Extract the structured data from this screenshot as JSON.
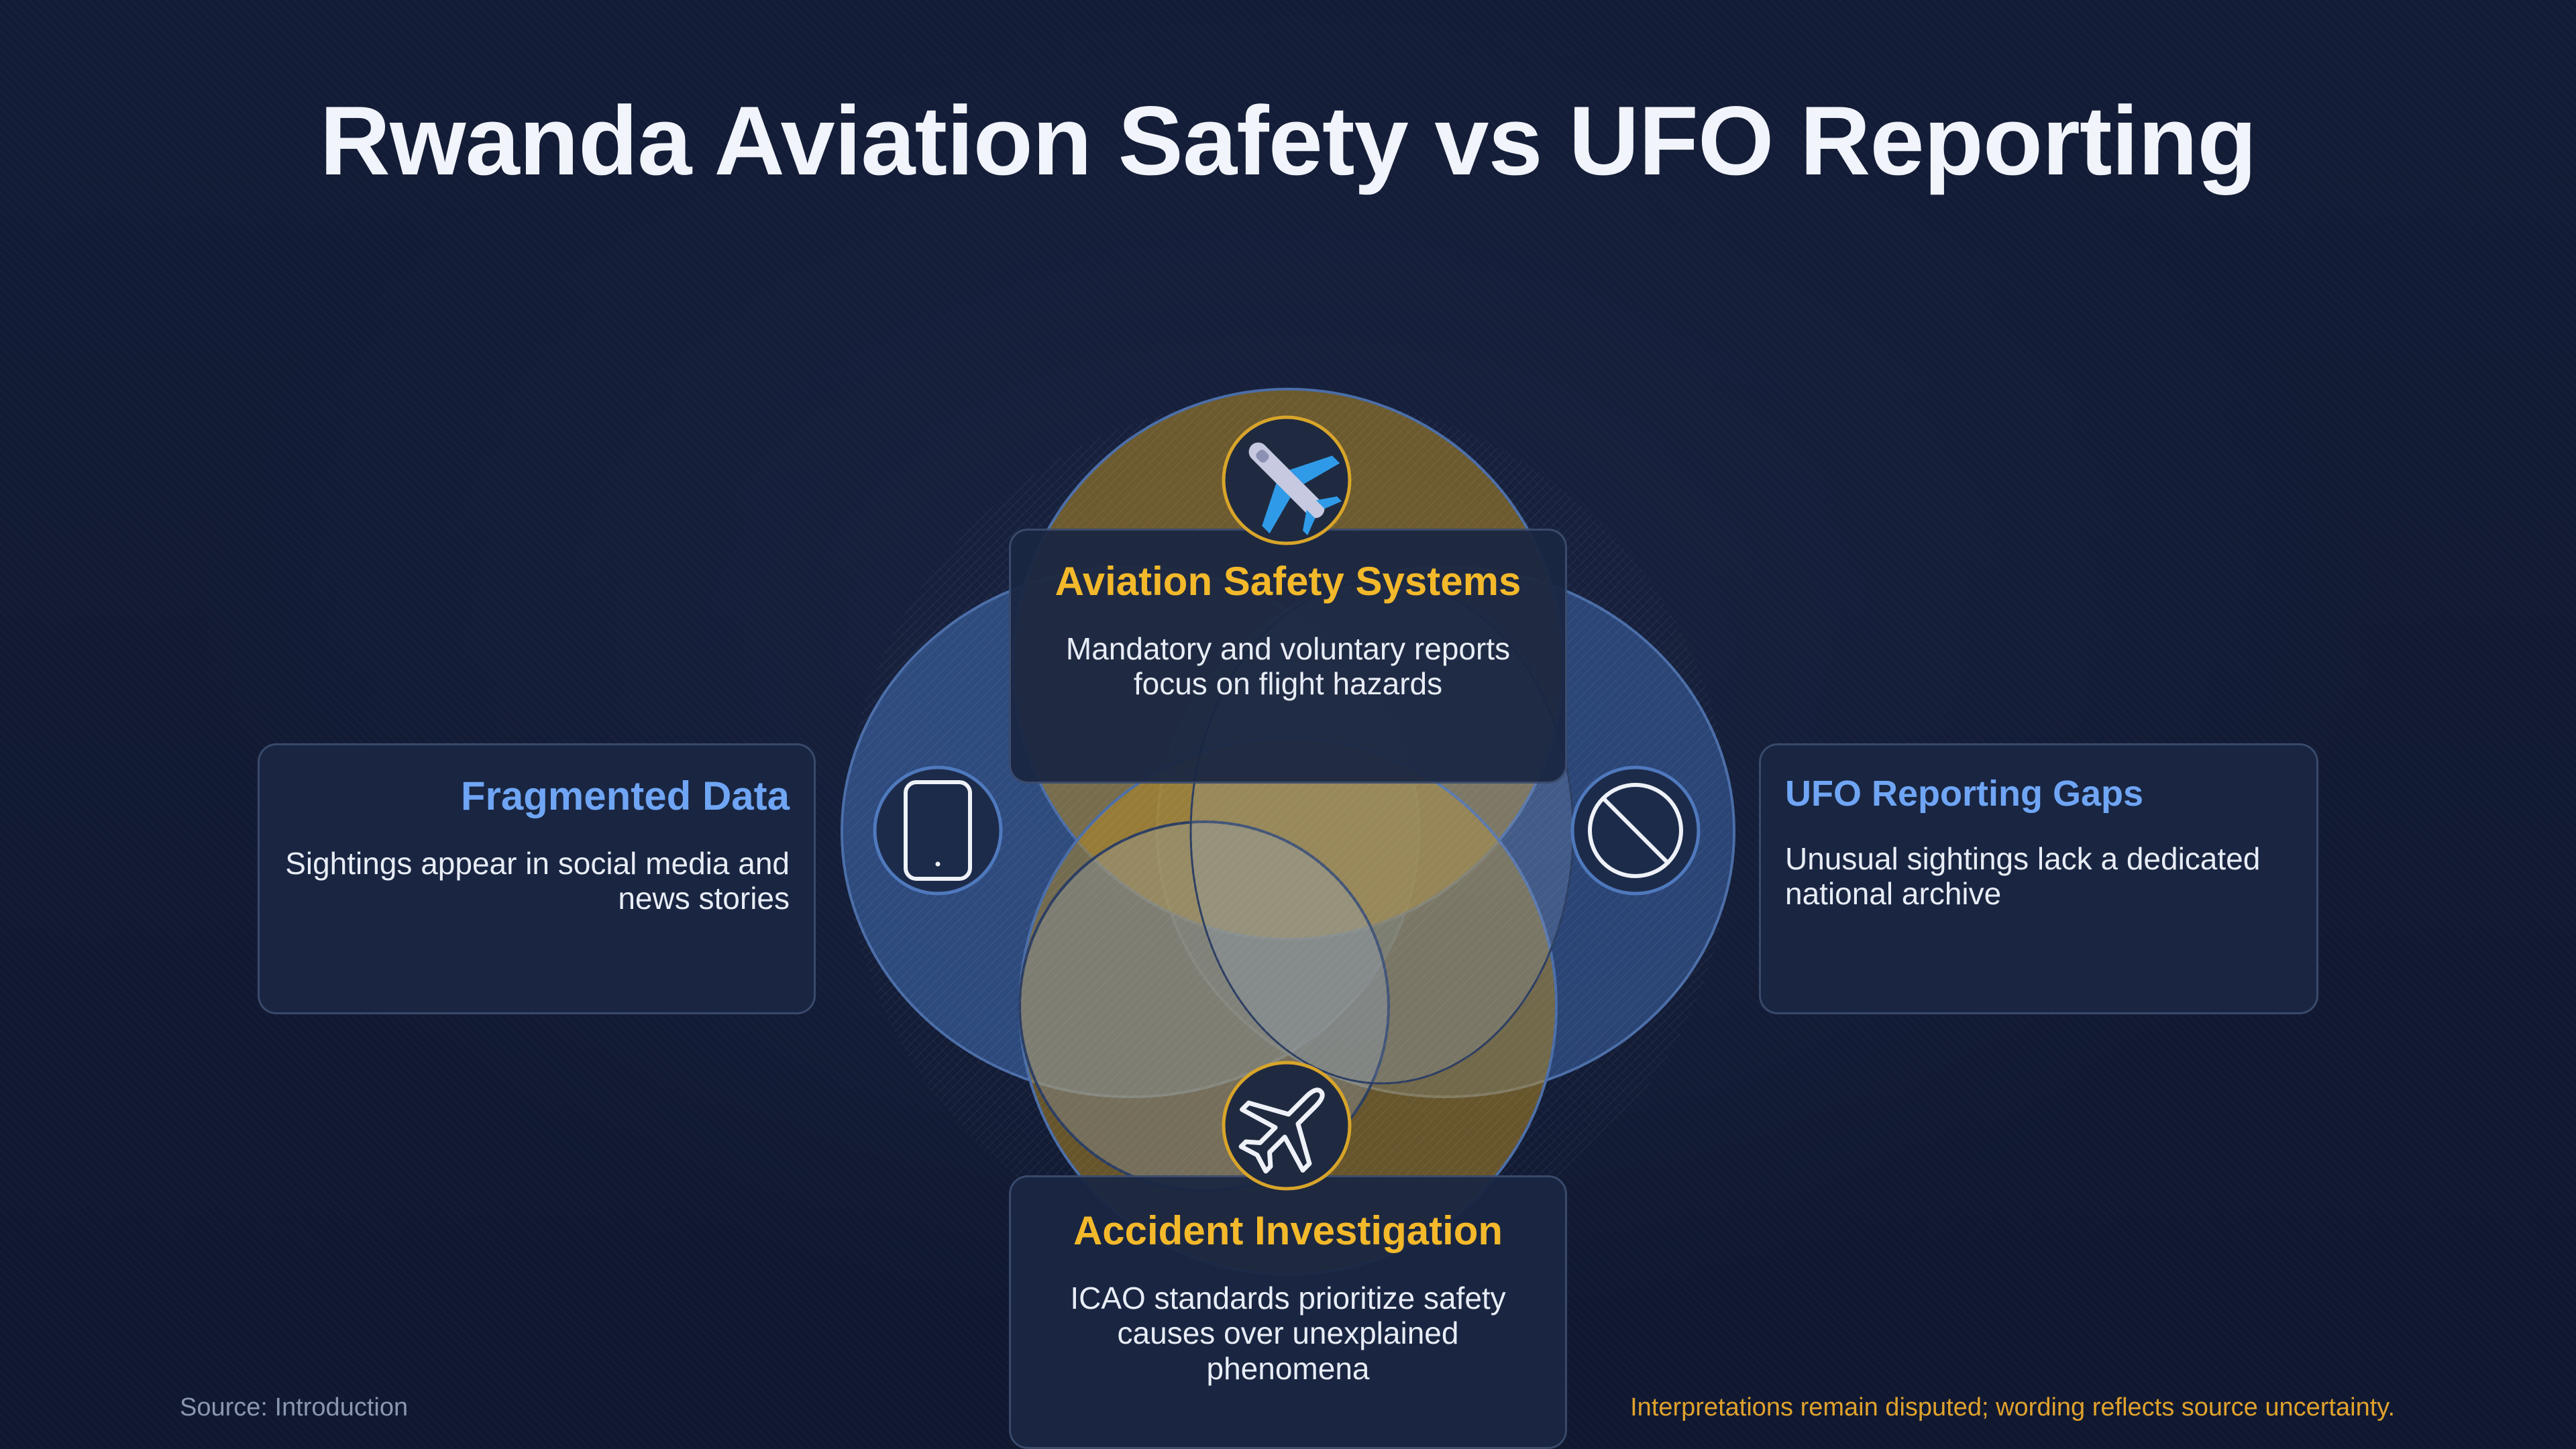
{
  "title": "Rwanda Aviation Safety vs UFO Reporting",
  "colors": {
    "background": "#111a33",
    "accent_gold": "#f3b92b",
    "accent_blue": "#6fa5f4",
    "circle_gold": "#b48a24",
    "circle_blue": "#3d65a8",
    "footnote": "#e0a22c"
  },
  "cards": {
    "top": {
      "title": "Aviation Safety Systems",
      "body": "Mandatory and voluntary reports focus on flight hazards",
      "icon": "airplane-emoji-icon"
    },
    "bottom": {
      "title": "Accident Investigation",
      "body": "ICAO standards prioritize safety causes over unexplained phenomena",
      "icon": "airplane-outline-icon"
    },
    "left": {
      "title": "Fragmented Data",
      "body": "Sightings appear in social media and news stories",
      "icon": "mobile-phone-icon"
    },
    "right": {
      "title": "UFO Reporting Gaps",
      "body": "Unusual sightings lack a dedicated national archive",
      "icon": "prohibited-icon"
    }
  },
  "footer": {
    "source": "Source: Introduction",
    "note": "Interpretations remain disputed; wording reflects source uncertainty."
  }
}
